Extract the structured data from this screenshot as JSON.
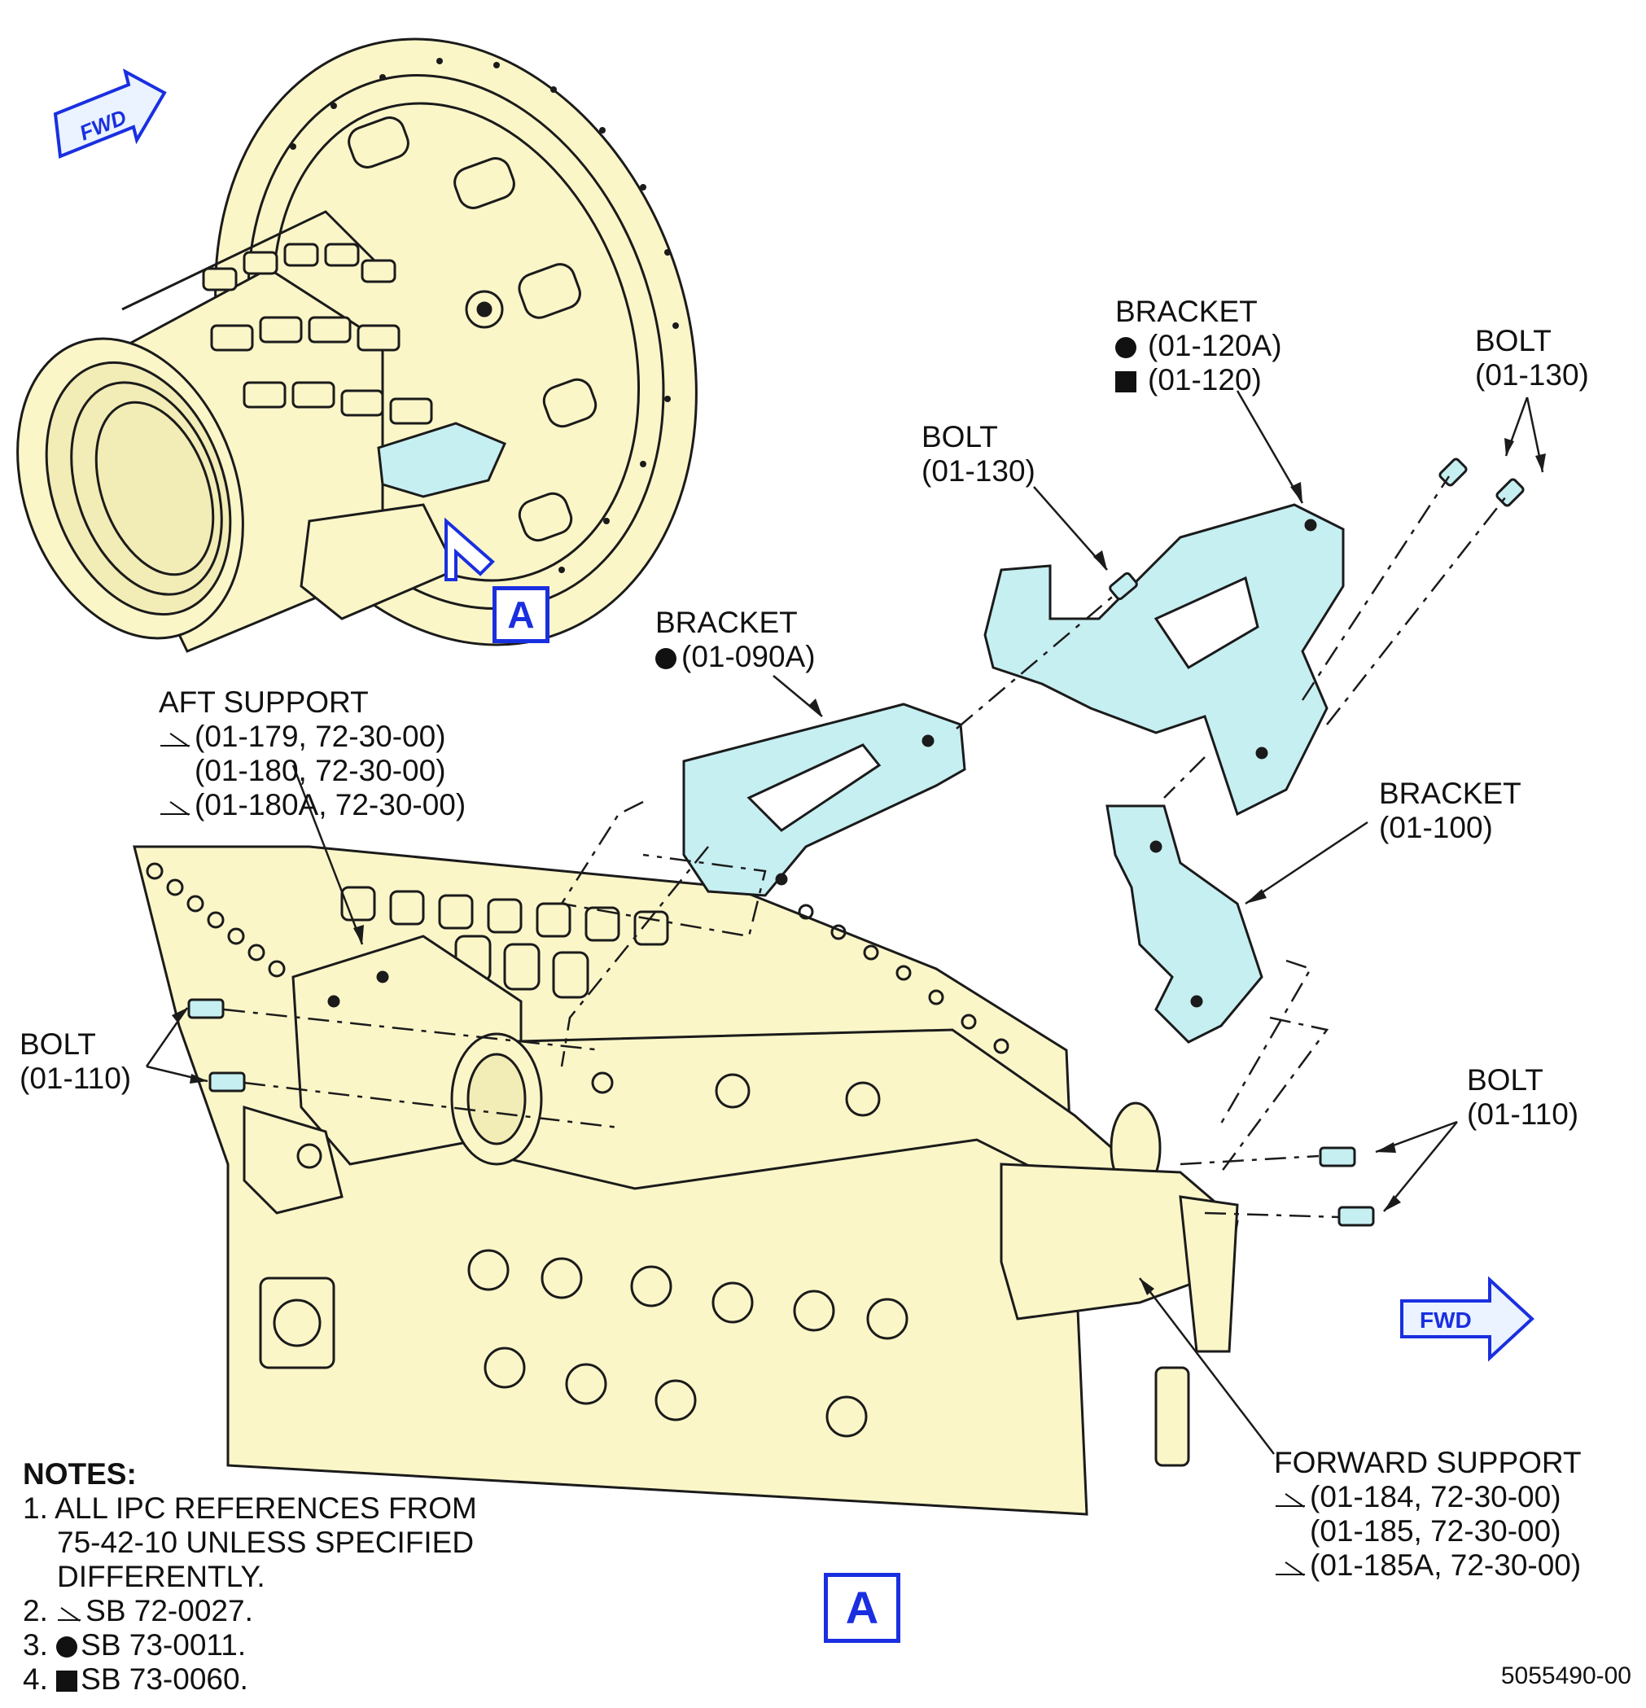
{
  "orientation": {
    "fwd_top": "FWD",
    "fwd_bottom": "FWD"
  },
  "view_markers": {
    "small": "A",
    "large": "A"
  },
  "labels": {
    "bracket_120": {
      "title": "BRACKET",
      "line1": "(01-120A)",
      "line2": "(01-120)"
    },
    "bolt_130_right": {
      "title": "BOLT",
      "line1": "(01-130)"
    },
    "bolt_130_mid": {
      "title": "BOLT",
      "line1": "(01-130)"
    },
    "bracket_090": {
      "title": "BRACKET",
      "line1": "(01-090A)"
    },
    "aft_support": {
      "title": "AFT SUPPORT",
      "line1": "(01-179, 72-30-00)",
      "line2": "(01-180, 72-30-00)",
      "line3": "(01-180A, 72-30-00)"
    },
    "bracket_100": {
      "title": "BRACKET",
      "line1": "(01-100)"
    },
    "bolt_110_left": {
      "title": "BOLT",
      "line1": "(01-110)"
    },
    "bolt_110_right": {
      "title": "BOLT",
      "line1": "(01-110)"
    },
    "forward_support": {
      "title": "FORWARD SUPPORT",
      "line1": "(01-184, 72-30-00)",
      "line2": "(01-185, 72-30-00)",
      "line3": "(01-185A, 72-30-00)"
    }
  },
  "notes": {
    "heading": "NOTES:",
    "n1a": "1. ALL IPC REFERENCES FROM",
    "n1b": "75-42-10 UNLESS SPECIFIED",
    "n1c": "DIFFERENTLY.",
    "n2_num": "2.",
    "n2": "SB 72-0027.",
    "n3_num": "3.",
    "n3": "SB 73-0011.",
    "n4_num": "4.",
    "n4": "SB 73-0060."
  },
  "document_number": "5055490-00",
  "colors": {
    "part_fill": "#fbf6c8",
    "bracket_fill": "#c6eff2",
    "marker_blue": "#1a2fe0",
    "fwd_fill": "#eaf3ff"
  }
}
